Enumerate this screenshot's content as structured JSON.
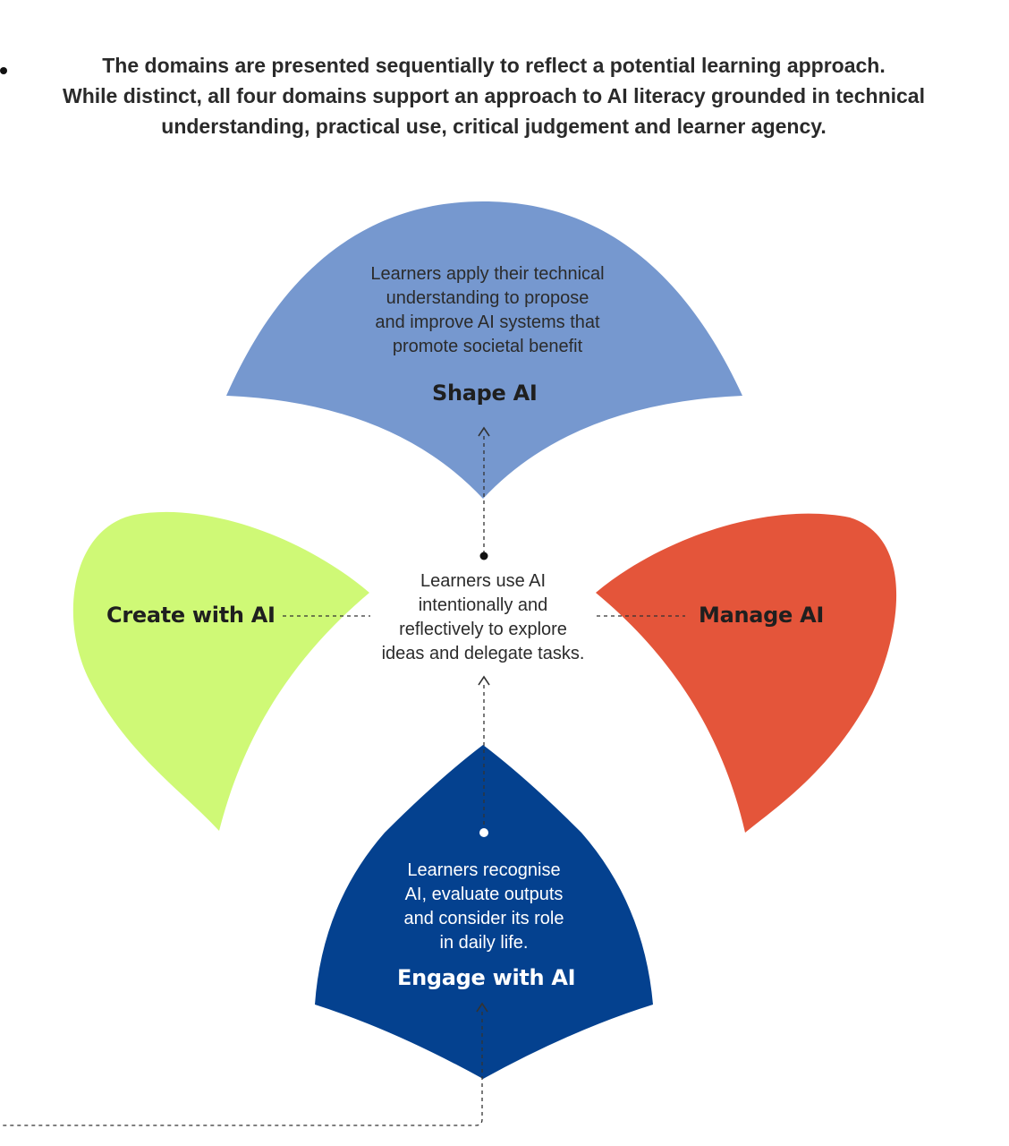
{
  "intro": {
    "line1": "The domains are presented sequentially to reflect a potential learning approach.",
    "line2": "While distinct, all four domains support an approach to AI literacy grounded in technical",
    "line3": "understanding, practical use, critical judgement and learner agency."
  },
  "domains": {
    "shape": {
      "title": "Shape AI",
      "description": [
        "Learners apply their technical",
        "understanding to propose",
        "and improve AI systems that",
        "promote societal benefit"
      ],
      "color": "#7698CF"
    },
    "create": {
      "title": "Create with AI",
      "color": "#CFF976"
    },
    "manage": {
      "title": "Manage AI",
      "color": "#E4553A"
    },
    "engage": {
      "title": "Engage with AI",
      "description": [
        "Learners recognise",
        "AI, evaluate outputs",
        "and consider its role",
        "in daily life."
      ],
      "color": "#04418F"
    }
  },
  "center": {
    "description": [
      "Learners use AI",
      "intentionally and",
      "reflectively to explore",
      "ideas and delegate tasks."
    ]
  },
  "colors": {
    "connector": "#333333",
    "text_dark": "#222222"
  }
}
